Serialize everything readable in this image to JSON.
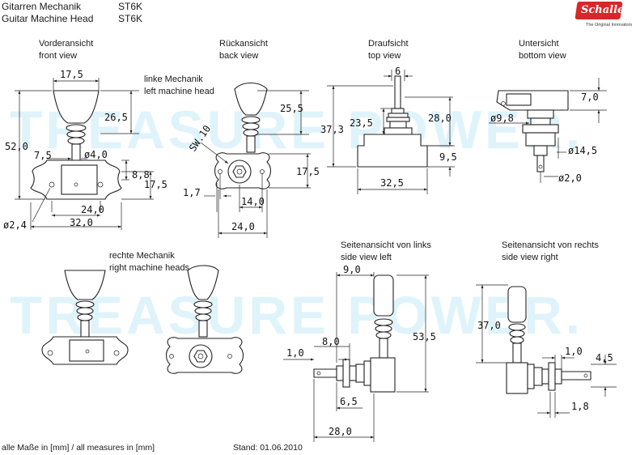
{
  "header": {
    "title_de": "Gitarren Mechanik",
    "title_en": "Guitar Machine Head",
    "model_1": "ST6K",
    "model_2": "ST6K"
  },
  "logo": {
    "brand": "Schaller",
    "tagline": "The Original Innovators",
    "brand_color": "#d8262a"
  },
  "watermark": "TREASURE POWER.",
  "views": {
    "front": [
      "Vorderansicht",
      "front view"
    ],
    "back": [
      "Rückansicht",
      "back view"
    ],
    "top": [
      "Draufsicht",
      "top view"
    ],
    "bottom": [
      "Untersicht",
      "bottom view"
    ],
    "left_head": [
      "linke Mechanik",
      "left machine head"
    ],
    "right_heads": [
      "rechte Mechanik",
      "right machine heads"
    ],
    "side_left": [
      "Seitenansicht von links",
      "side view left"
    ],
    "side_right": [
      "Seitenansicht von rechts",
      "side view right"
    ]
  },
  "dimensions": {
    "front": [
      "17,5",
      "26,5",
      "52,0",
      "7,5",
      "ø4,0",
      "8,8",
      "17,5",
      "24,0",
      "ø2,4",
      "32,0"
    ],
    "back": [
      "25,5",
      "SW.10",
      "17,5",
      "1,7",
      "14,0",
      "24,0"
    ],
    "top": [
      "6",
      "28,0",
      "23,5",
      "37,3",
      "9,5",
      "32,5"
    ],
    "bottom": [
      "7,0",
      "ø9,8",
      "ø14,5",
      "ø2,0"
    ],
    "side_left": [
      "9,0",
      "8,0",
      "1,0",
      "53,5",
      "6,5",
      "28,0"
    ],
    "side_right": [
      "37,0",
      "1,0",
      "4,5",
      "1,8"
    ]
  },
  "footer": {
    "measures": "alle Maße in [mm] / all measures in [mm]",
    "date": "Stand: 01.06.2010"
  }
}
